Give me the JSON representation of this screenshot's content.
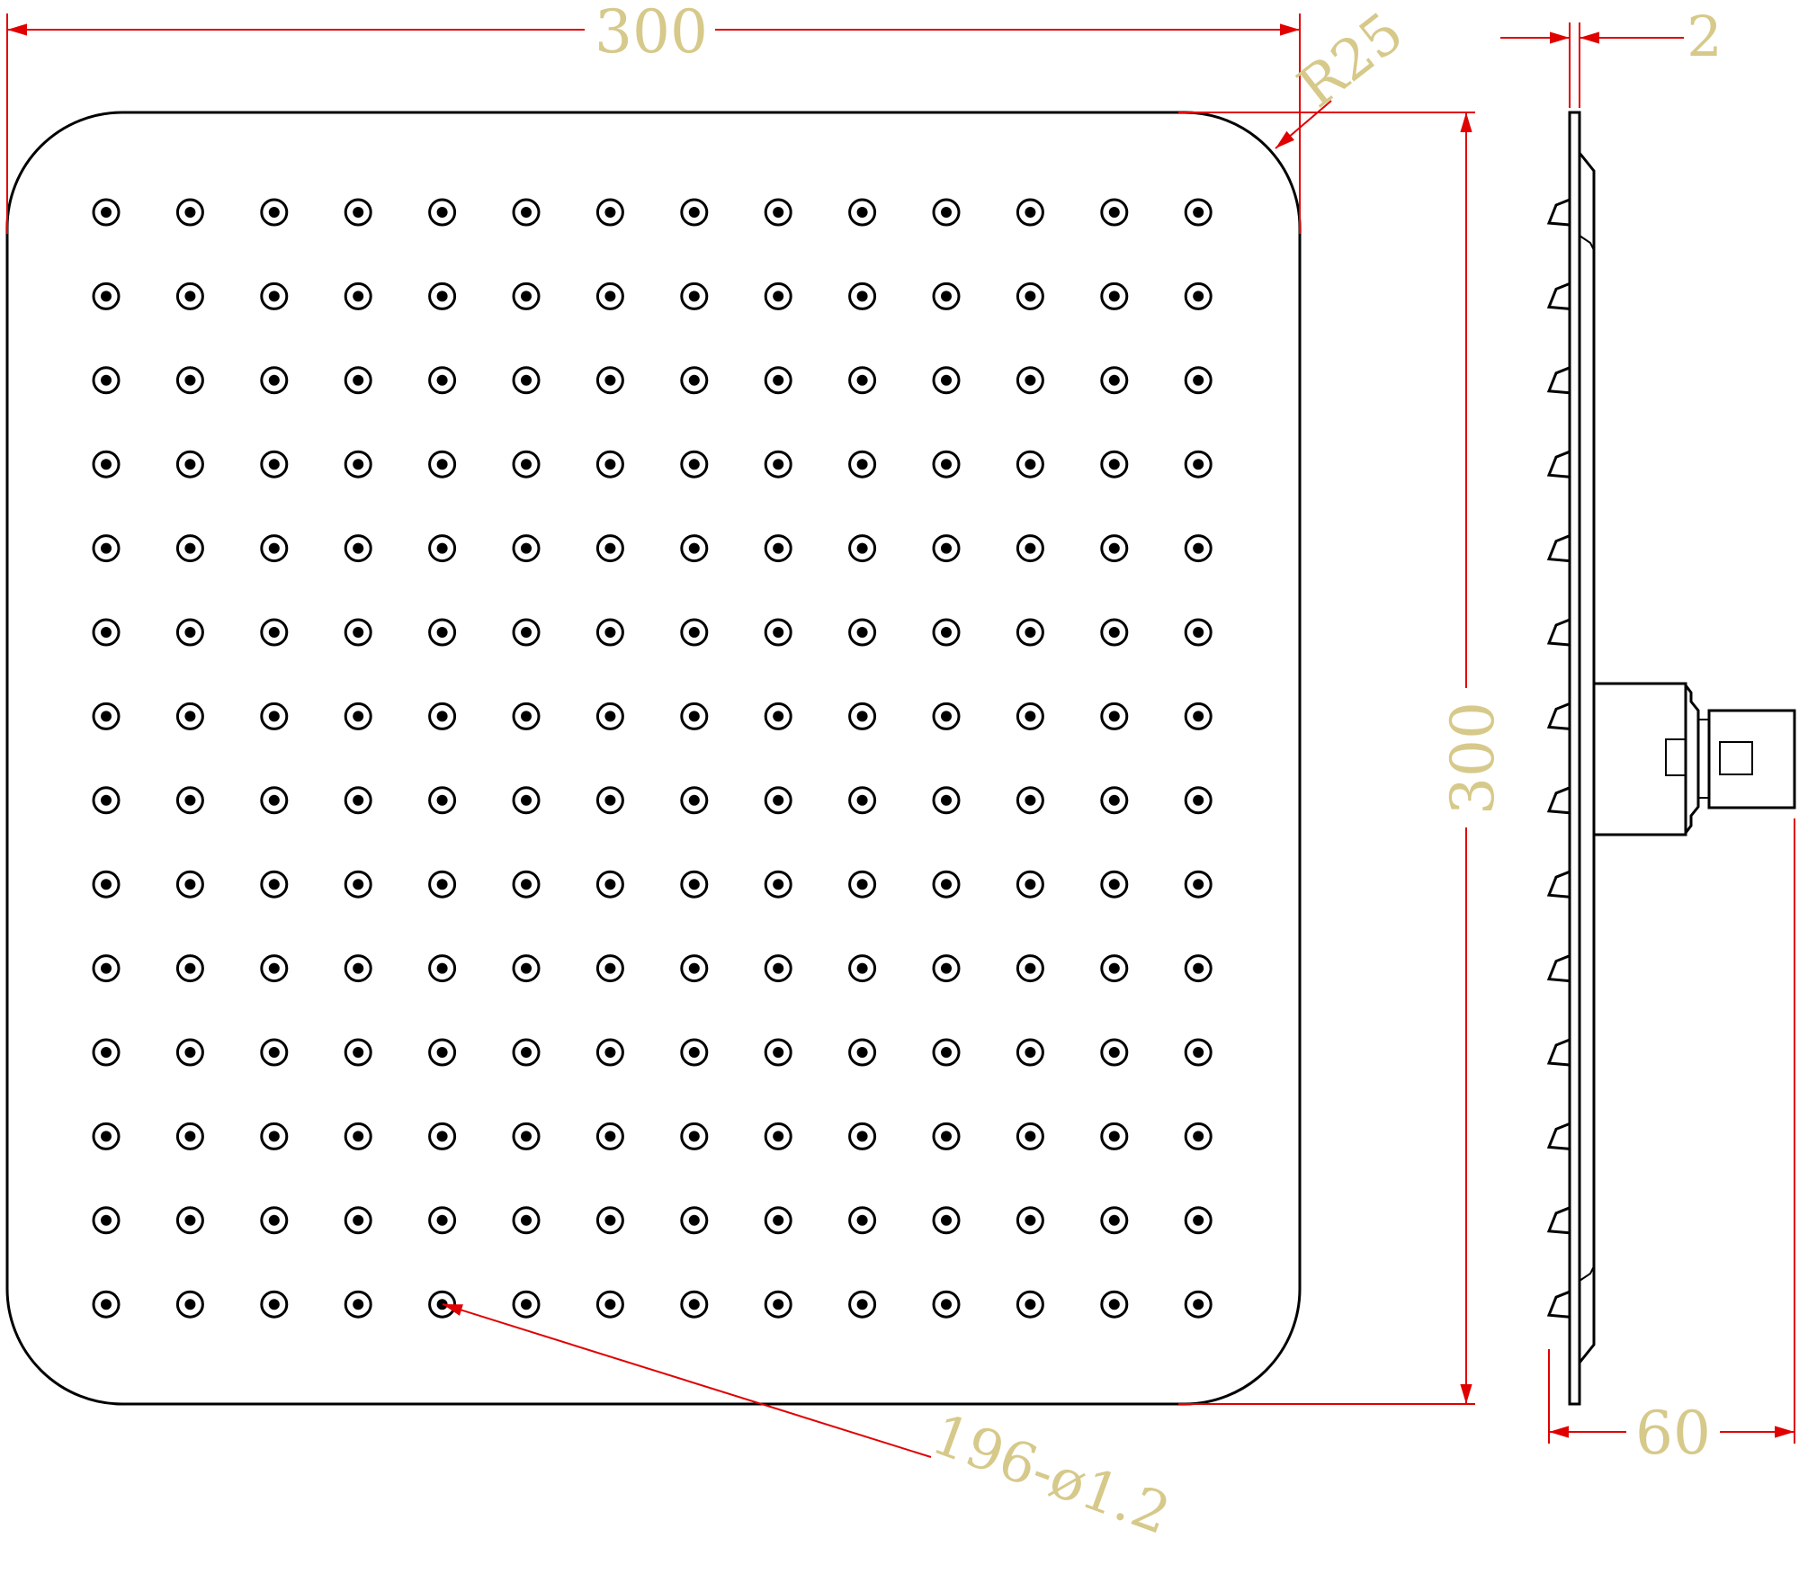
{
  "colors": {
    "outline": "#000000",
    "dimension_line": "#e00000",
    "dimension_text": "#d6c98a",
    "background": "#ffffff"
  },
  "front_view": {
    "nozzle_rows": 14,
    "nozzle_cols": 14
  },
  "dimensions": {
    "width": "300",
    "height": "300",
    "corner_radius": "R25",
    "plate_thickness": "2",
    "depth": "60",
    "nozzles": "196-ø1.2"
  }
}
